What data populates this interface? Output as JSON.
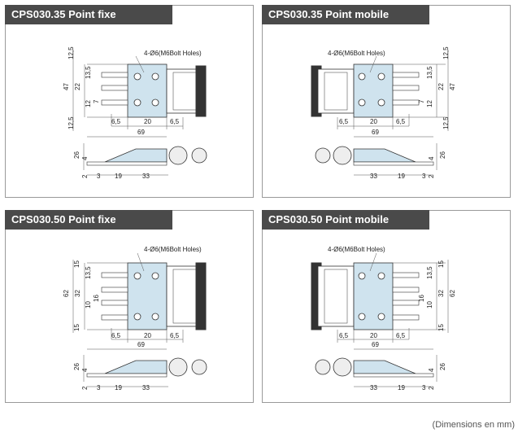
{
  "panels": [
    {
      "title": "CPS030.35 Point fixe",
      "holes_label": "4-Ø6(M6Bolt Holes)",
      "dim_total_height": "47",
      "dim_inner": "22",
      "dim_top_offset": "13,5",
      "dim_small": "12",
      "dim_slot": "7",
      "dim_margin_top": "12,5",
      "dim_margin_bottom": "12,5",
      "dim_left": "6,5",
      "dim_center": "20",
      "dim_right": "6,5",
      "dim_length": "69",
      "dim_side_height": "26",
      "dim_side_step": "4",
      "dim_base": "2",
      "dim_b1": "3",
      "dim_b2": "19",
      "dim_b3": "33"
    },
    {
      "title": "CPS030.35 Point mobile",
      "holes_label": "4-Ø6(M6Bolt Holes)",
      "dim_total_height": "47",
      "dim_inner": "22",
      "dim_top_offset": "13,5",
      "dim_small": "12",
      "dim_slot": "7",
      "dim_margin_top": "12,5",
      "dim_margin_bottom": "12,5",
      "dim_left": "6,5",
      "dim_center": "20",
      "dim_right": "6,5",
      "dim_length": "69",
      "dim_side_height": "26",
      "dim_side_step": "4",
      "dim_base": "2",
      "dim_b1": "3",
      "dim_b2": "19",
      "dim_b3": "33"
    },
    {
      "title": "CPS030.50 Point fixe",
      "holes_label": "4-Ø6(M6Bolt Holes)",
      "dim_total_height": "62",
      "dim_inner": "32",
      "dim_top_offset": "13,5",
      "dim_small": "10",
      "dim_slot": "16",
      "dim_margin_top": "15",
      "dim_margin_bottom": "15",
      "dim_left": "6,5",
      "dim_center": "20",
      "dim_right": "6,5",
      "dim_length": "69",
      "dim_side_height": "26",
      "dim_side_step": "4",
      "dim_base": "2",
      "dim_b1": "3",
      "dim_b2": "19",
      "dim_b3": "33"
    },
    {
      "title": "CPS030.50 Point mobile",
      "holes_label": "4-Ø6(M6Bolt Holes)",
      "dim_total_height": "62",
      "dim_inner": "32",
      "dim_top_offset": "13,5",
      "dim_small": "10",
      "dim_slot": "16",
      "dim_margin_top": "15",
      "dim_margin_bottom": "15",
      "dim_left": "6,5",
      "dim_center": "20",
      "dim_right": "6,5",
      "dim_length": "69",
      "dim_side_height": "26",
      "dim_side_step": "4",
      "dim_base": "2",
      "dim_b1": "3",
      "dim_b2": "19",
      "dim_b3": "33"
    }
  ],
  "footnote": "(Dimensions en mm)"
}
